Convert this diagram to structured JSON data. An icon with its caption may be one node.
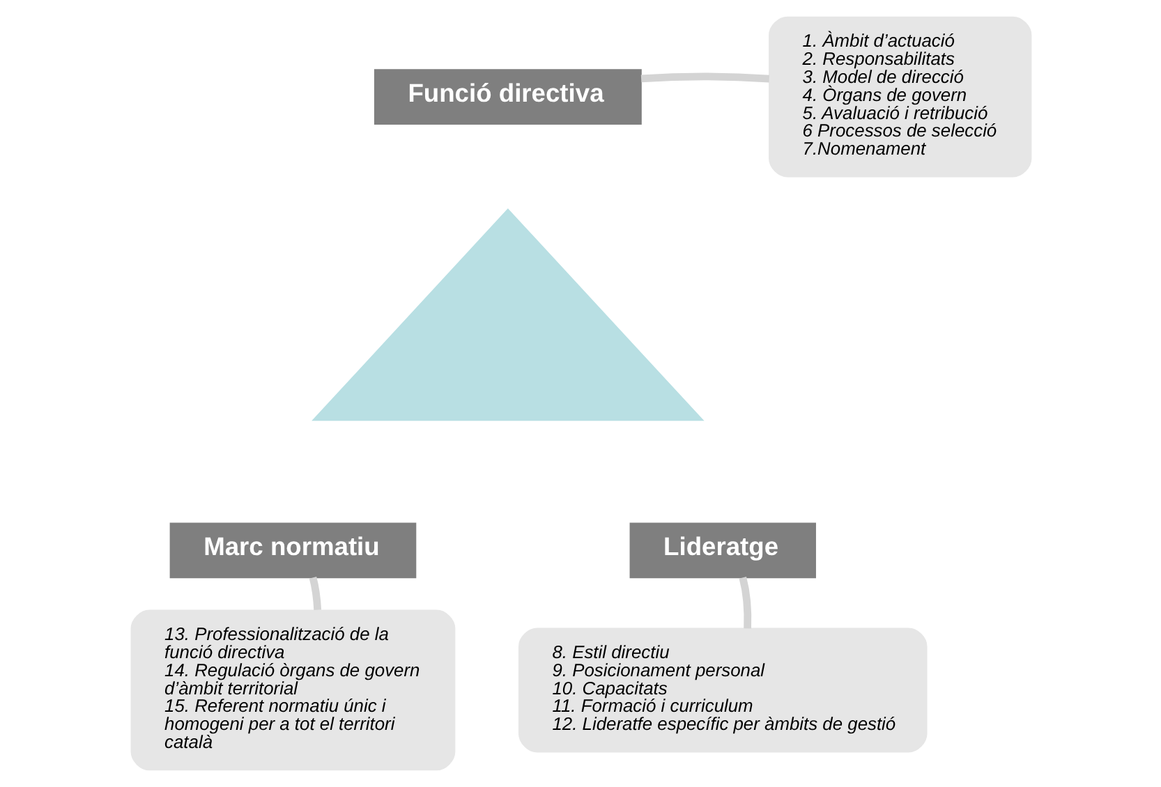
{
  "diagram": {
    "nodes": [
      {
        "text": [
          "Funció directiva"
        ]
      },
      {
        "text": [
          "1. Àmbit d’actuació",
          "2. Responsabilitats",
          "3. Model de direcció",
          "4. Òrgans de govern",
          "5. Avaluació i retribució",
          "6 Processos de selecció",
          "7.Nomenament"
        ]
      },
      {
        "text": [],
        "shape": "triangle"
      },
      {
        "text": [
          "Marc normatiu"
        ]
      },
      {
        "text": [
          "Lideratge"
        ]
      },
      {
        "text": [
          "13. Professionalització de la funció directiva",
          "14. Regulació òrgans de govern d’àmbit territorial",
          "15. Referent normatiu únic i homogeni per a tot el territori català"
        ]
      },
      {
        "text": [
          "8. Estil directiu",
          "9. Posicionament personal",
          "10. Capacitats",
          "11. Formació i curriculum",
          "12. Lideratfe específic per àmbits de gestió"
        ]
      }
    ],
    "edges": [
      {
        "from": 1,
        "to": 0,
        "arrow": "none"
      },
      {
        "from": 5,
        "to": 3,
        "arrow": "none"
      },
      {
        "from": 6,
        "to": 4,
        "arrow": "none"
      }
    ]
  }
}
